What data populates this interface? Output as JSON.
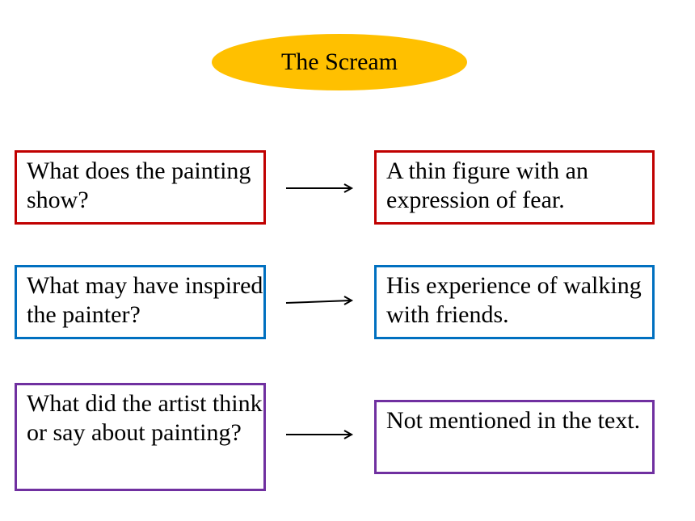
{
  "title": "The Scream",
  "rows": [
    {
      "question": "What does the painting show?",
      "answer": "A thin figure with an expression of fear.",
      "color": "#C00000"
    },
    {
      "question": "What may have inspired the painter?",
      "answer": "His experience of walking with friends.",
      "color": "#0070C0"
    },
    {
      "question": "What did the artist think or say about painting?",
      "answer": "Not mentioned in the text.",
      "color": "#7030A0"
    }
  ],
  "colors": {
    "title_fill": "#FFC000",
    "arrow": "#000000"
  },
  "icons": {
    "connector": "right-arrow-icon"
  }
}
